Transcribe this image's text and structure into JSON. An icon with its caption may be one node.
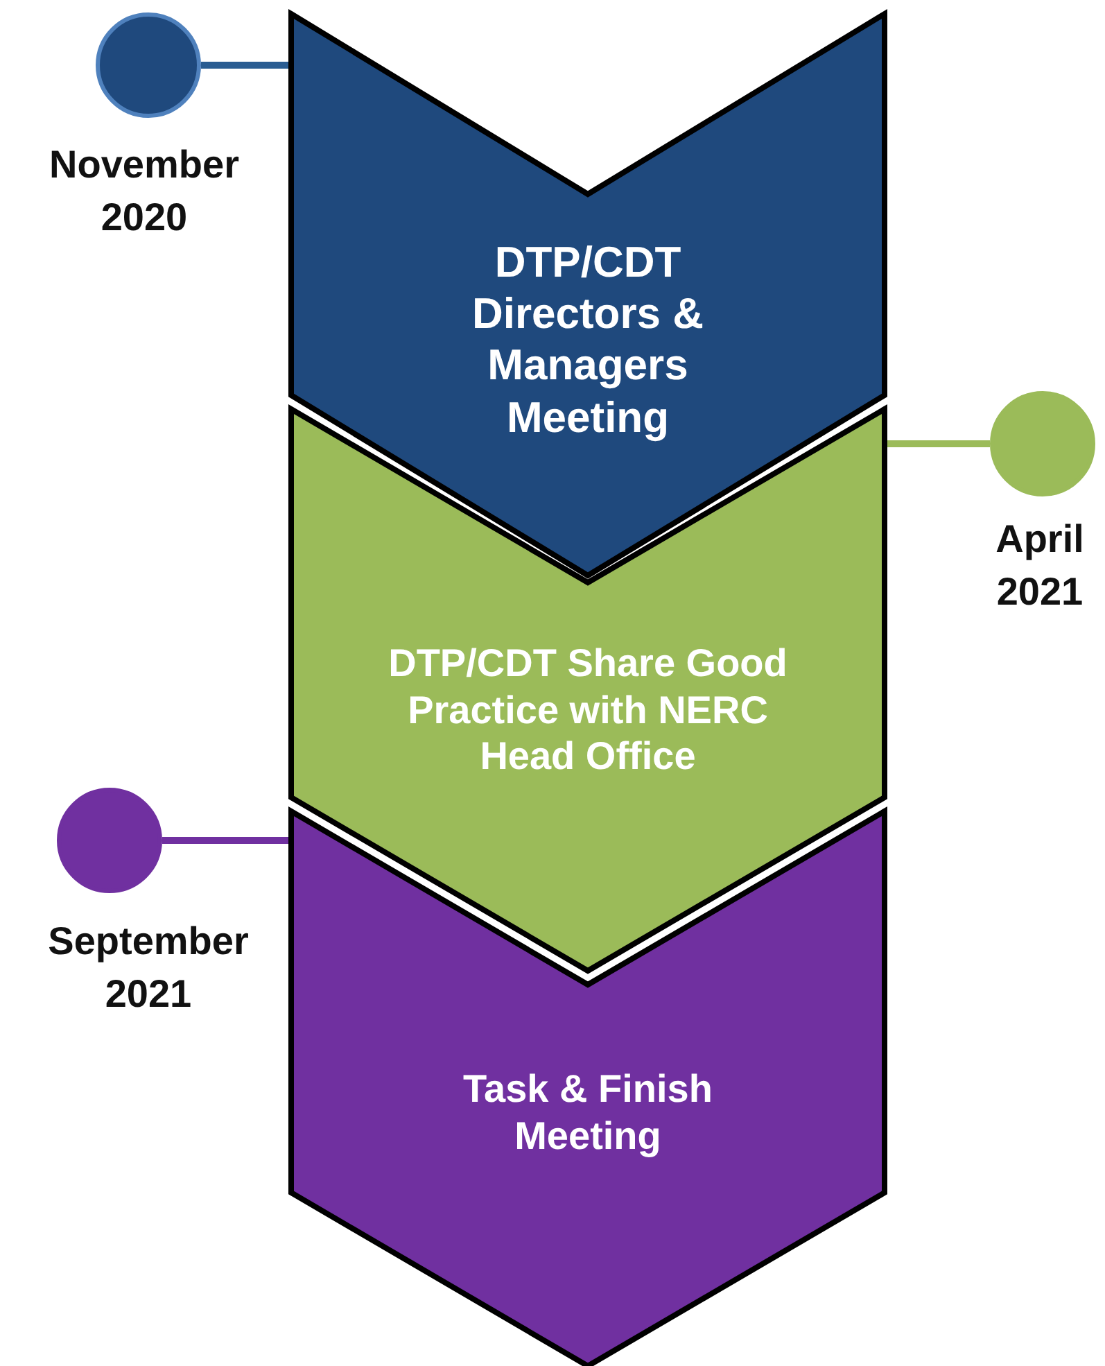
{
  "diagram": {
    "nodes": [
      {
        "text": [
          "DTP/CDT Directors & Managers Meeting"
        ]
      },
      {
        "text": [
          "DTP/CDT Share Good Practice with NERC Head Office"
        ]
      },
      {
        "text": [
          "Task & Finish Meeting"
        ]
      },
      {
        "text": [],
        "shape": "circle",
        "beside": [
          "November 2020"
        ]
      },
      {
        "text": [],
        "shape": "circle",
        "beside": [
          "April 2021"
        ]
      },
      {
        "text": [],
        "shape": "circle",
        "beside": [
          "September 2021"
        ]
      }
    ],
    "edges": [
      {
        "from": 3,
        "to": 0,
        "arrow": "none",
        "color": "#2a5d92"
      },
      {
        "from": 4,
        "to": 1,
        "arrow": "none",
        "color": "#9bbb59"
      },
      {
        "from": 5,
        "to": 2,
        "arrow": "none",
        "color": "#7030a0"
      }
    ]
  }
}
